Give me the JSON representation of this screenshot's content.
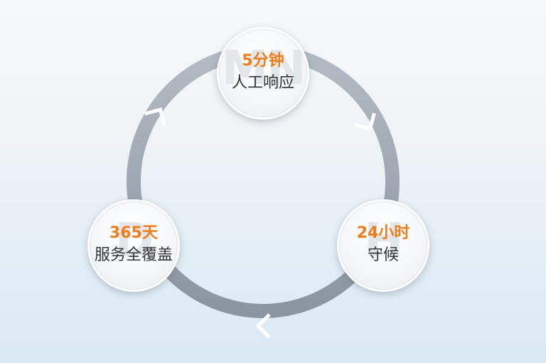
{
  "diagram": {
    "nodes": [
      {
        "highlight": "5分钟",
        "label": "人工响应",
        "watermark": "MN"
      },
      {
        "highlight": "365天",
        "label": "服务全覆盖",
        "watermark": "D"
      },
      {
        "highlight": "24小时",
        "label": "守候",
        "watermark": "H"
      }
    ],
    "colors": {
      "highlight": "#ee7d1c",
      "label": "#333333",
      "ring": "#9aa3ad"
    }
  }
}
